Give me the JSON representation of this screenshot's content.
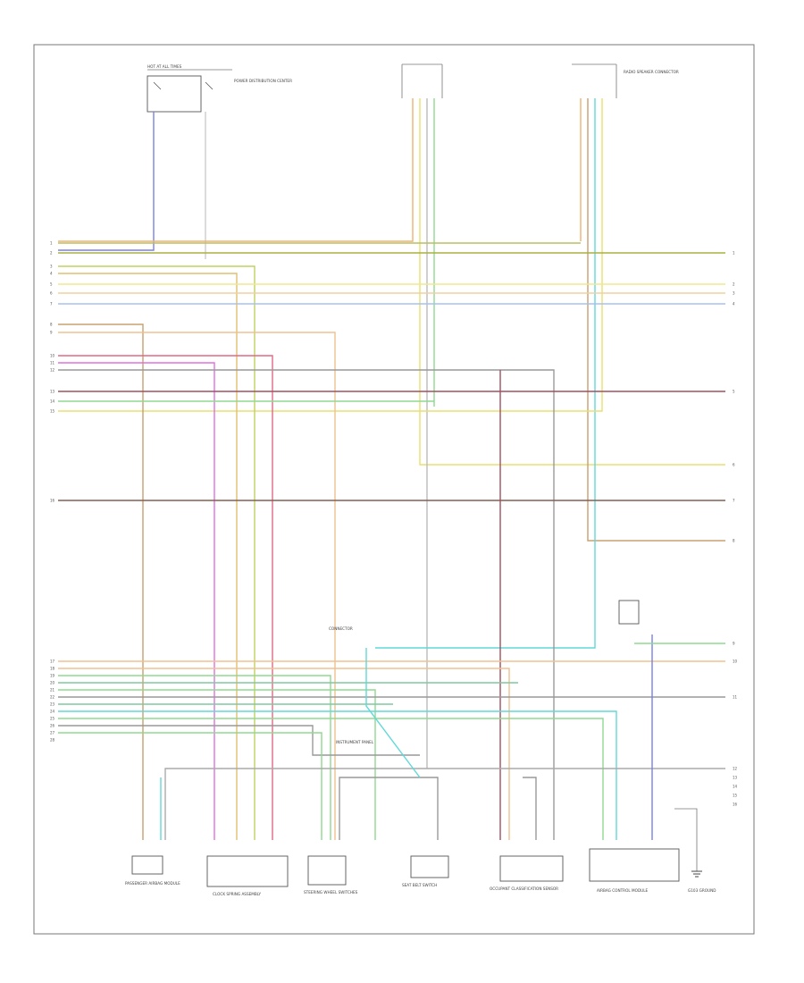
{
  "diagram": {
    "left_pins": [
      "1",
      "2",
      "3",
      "4",
      "5",
      "6",
      "7",
      "8",
      "9",
      "10",
      "11",
      "12",
      "13",
      "14",
      "15",
      "16",
      "17",
      "18",
      "19",
      "20",
      "21",
      "22",
      "23",
      "24",
      "25",
      "26",
      "27",
      "28"
    ],
    "right_pins": [
      "1",
      "2",
      "3",
      "4",
      "5",
      "6",
      "7",
      "8",
      "9",
      "10",
      "11",
      "12",
      "13",
      "14",
      "15",
      "16"
    ],
    "top_components": [
      {
        "caption": "HOT AT ALL TIMES"
      },
      {
        "caption": "POWER DISTRIBUTION CENTER"
      },
      {
        "caption": "RADIO SPEAKER CONNECTOR"
      }
    ],
    "bottom_components": [
      {
        "caption": "PASSENGER AIRBAG MODULE"
      },
      {
        "caption": "CLOCK SPRING ASSEMBLY"
      },
      {
        "caption": "STEERING WHEEL SWITCHES"
      },
      {
        "caption": "SEAT BELT SWITCH"
      },
      {
        "caption": "OCCUPANT CLASSIFICATION SENSOR"
      },
      {
        "caption": "AIRBAG CONTROL MODULE"
      },
      {
        "caption": "G103 GROUND"
      }
    ],
    "mid_notes": [
      "CONNECTOR",
      "INSTRUMENT PANEL"
    ],
    "wire_colors": {
      "blue": "#7b80e0",
      "red": "#e06a86",
      "pink": "#e070e0",
      "orange": "#f0b070",
      "yellow": "#e8e070",
      "green": "#90d890",
      "cyan": "#60d8d8",
      "tan": "#c8a070",
      "olive": "#a8b040",
      "brown": "#806050",
      "gray": "#999999",
      "violet": "#9090e0",
      "lightblue": "#a8c0f0",
      "darkred": "#a05060"
    },
    "footer": ""
  }
}
